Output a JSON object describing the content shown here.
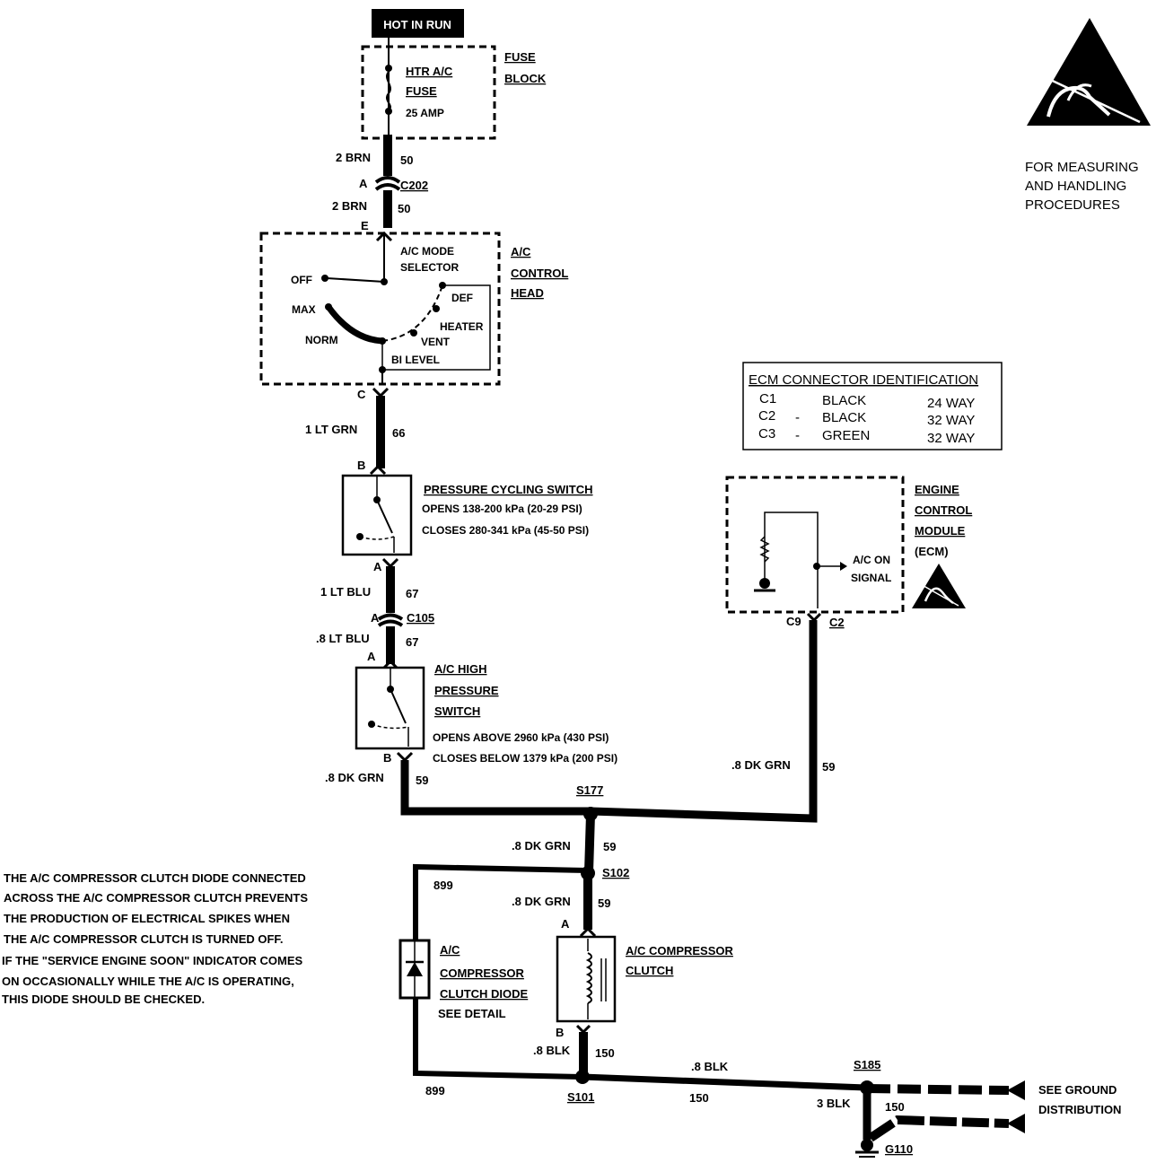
{
  "power": {
    "hot_in_run": "HOT IN RUN"
  },
  "fuse_block": {
    "title_line1": "FUSE",
    "title_line2": "BLOCK",
    "fuse_line1": "HTR A/C",
    "fuse_line2": "FUSE",
    "fuse_rating": "25 AMP"
  },
  "wires": {
    "w50_top_label": "2 BRN",
    "w50_top_circuit": "50",
    "w50_bot_label": "2 BRN",
    "w50_bot_circuit": "50",
    "w66_label": "1 LT GRN",
    "w66_circuit": "66",
    "w67a_label": "1 LT BLU",
    "w67a_circuit": "67",
    "w67b_label": ".8 LT BLU",
    "w67b_circuit": "67",
    "w59a_label": ".8 DK GRN",
    "w59a_circuit": "59",
    "w59b_label": ".8 DK GRN",
    "w59b_circuit": "59",
    "w59c_label": ".8 DK GRN",
    "w59c_circuit": "59",
    "w59d_label": ".8 DK GRN",
    "w59d_circuit": "59",
    "w899_top": "899",
    "w899_bot": "899",
    "w150a_label": ".8 BLK",
    "w150a_circuit": "150",
    "w150b_label": ".8 BLK",
    "w150b_circuit": "150",
    "w150c_label": "3 BLK",
    "w150c_circuit": "150"
  },
  "connectors": {
    "c202": "C202",
    "c202_pin": "A",
    "control_head_pin_e": "E",
    "control_head_pin_c": "C",
    "pcs_pin_b": "B",
    "pcs_pin_a": "A",
    "c105": "C105",
    "c105_pin_top": "A",
    "c105_pin_bot": "A",
    "hps_pin_b": "B",
    "ecm_c9": "C9",
    "ecm_c2": "C2",
    "clutch_pin_a": "A",
    "clutch_pin_b": "B"
  },
  "splices": {
    "s177": "S177",
    "s102": "S102",
    "s101": "S101",
    "s185": "S185",
    "g110": "G110"
  },
  "control_head": {
    "title_line1": "A/C",
    "title_line2": "CONTROL",
    "title_line3": "HEAD",
    "selector_line1": "A/C MODE",
    "selector_line2": "SELECTOR",
    "pos_off": "OFF",
    "pos_max": "MAX",
    "pos_norm": "NORM",
    "pos_bilevel": "BI LEVEL",
    "pos_vent": "VENT",
    "pos_heater": "HEATER",
    "pos_def": "DEF"
  },
  "pressure_cycling_switch": {
    "title": "PRESSURE CYCLING SWITCH",
    "opens": "OPENS 138-200 kPa (20-29 PSI)",
    "closes": "CLOSES 280-341 kPa (45-50 PSI)"
  },
  "high_pressure_switch": {
    "title_line1": "A/C HIGH",
    "title_line2": "PRESSURE",
    "title_line3": "SWITCH",
    "opens": "OPENS ABOVE 2960 kPa (430 PSI)",
    "closes": "CLOSES BELOW 1379 kPa (200 PSI)"
  },
  "ecm": {
    "title_line1": "ENGINE",
    "title_line2": "CONTROL",
    "title_line3": "MODULE",
    "title_line4": "(ECM)",
    "signal_line1": "A/C ON",
    "signal_line2": "SIGNAL"
  },
  "ecm_connector_table": {
    "title": "ECM CONNECTOR IDENTIFICATION",
    "rows": [
      {
        "id": "C1",
        "sep": "",
        "color": "BLACK",
        "ways": "24 WAY"
      },
      {
        "id": "C2",
        "sep": "-",
        "color": "BLACK",
        "ways": "32 WAY"
      },
      {
        "id": "C3",
        "sep": "-",
        "color": "GREEN",
        "ways": "32 WAY"
      }
    ]
  },
  "esd_notice": {
    "line1": "FOR MEASURING",
    "line2": "AND HANDLING",
    "line3": "PROCEDURES"
  },
  "clutch_diode": {
    "title_line1": "A/C",
    "title_line2": "COMPRESSOR",
    "title_line3": "CLUTCH DIODE",
    "see_detail": "SEE DETAIL"
  },
  "compressor_clutch": {
    "title_line1": "A/C COMPRESSOR",
    "title_line2": "CLUTCH"
  },
  "ground": {
    "line1": "SEE GROUND",
    "line2": "DISTRIBUTION"
  },
  "diode_note": {
    "lines": [
      "THE A/C COMPRESSOR CLUTCH DIODE CONNECTED",
      "ACROSS THE A/C COMPRESSOR CLUTCH PREVENTS",
      "THE PRODUCTION OF ELECTRICAL SPIKES WHEN",
      "THE A/C COMPRESSOR CLUTCH IS TURNED OFF.",
      "IF THE \"SERVICE ENGINE SOON\" INDICATOR COMES",
      "ON OCCASIONALLY WHILE THE A/C IS OPERATING,",
      "THIS DIODE SHOULD BE CHECKED."
    ]
  }
}
